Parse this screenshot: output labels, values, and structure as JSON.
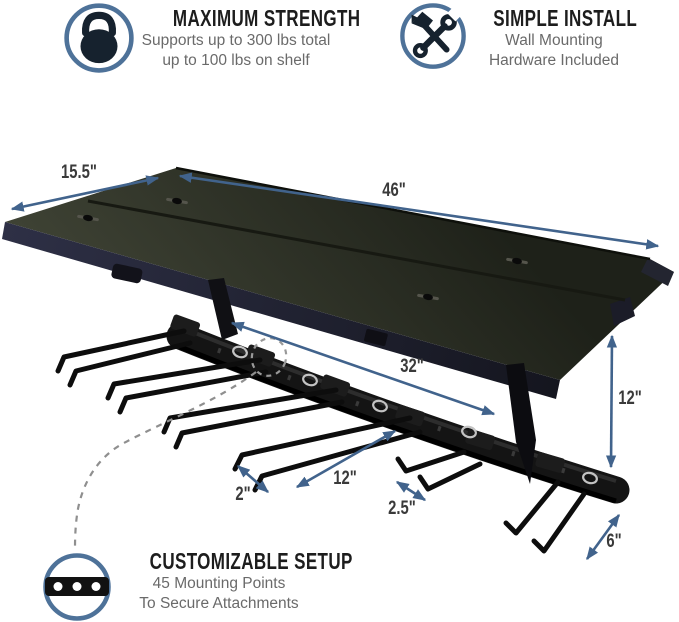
{
  "callouts": {
    "strength": {
      "icon": "kettlebell-icon",
      "title": "MAXIMUM STRENGTH",
      "line1": "Supports up to 300 lbs total",
      "line2": "up to 100 lbs on shelf"
    },
    "install": {
      "icon": "hammer-wrench-icon",
      "title": "SIMPLE INSTALL",
      "line1": "Wall Mounting",
      "line2": "Hardware Included"
    },
    "custom": {
      "icon": "mounting-bar-icon",
      "title": "CUSTOMIZABLE SETUP",
      "line1": "45 Mounting Points",
      "line2": "To Secure Attachments"
    }
  },
  "dimensions": {
    "shelf_depth": "15.5\"",
    "shelf_width": "46\"",
    "rail_length": "32\"",
    "shelf_to_rail_drop": "12\"",
    "prong_tip_gap": "2\"",
    "prong_length": "12\"",
    "hook_gap": "2.5\"",
    "end_hook_length": "6\""
  },
  "colors": {
    "accent_arrow": "#41638C",
    "icon_ring": "#4E7299",
    "icon_glyph": "#16222E",
    "heading_text": "#1D1D1D",
    "subtext": "#6A6A6A",
    "dash_gray": "#8F8F8F",
    "shelf_dark": "#1E2119",
    "shelf_light": "#3E4234",
    "shelf_edge_navy": "#2E3046",
    "metal_black": "#121212"
  }
}
